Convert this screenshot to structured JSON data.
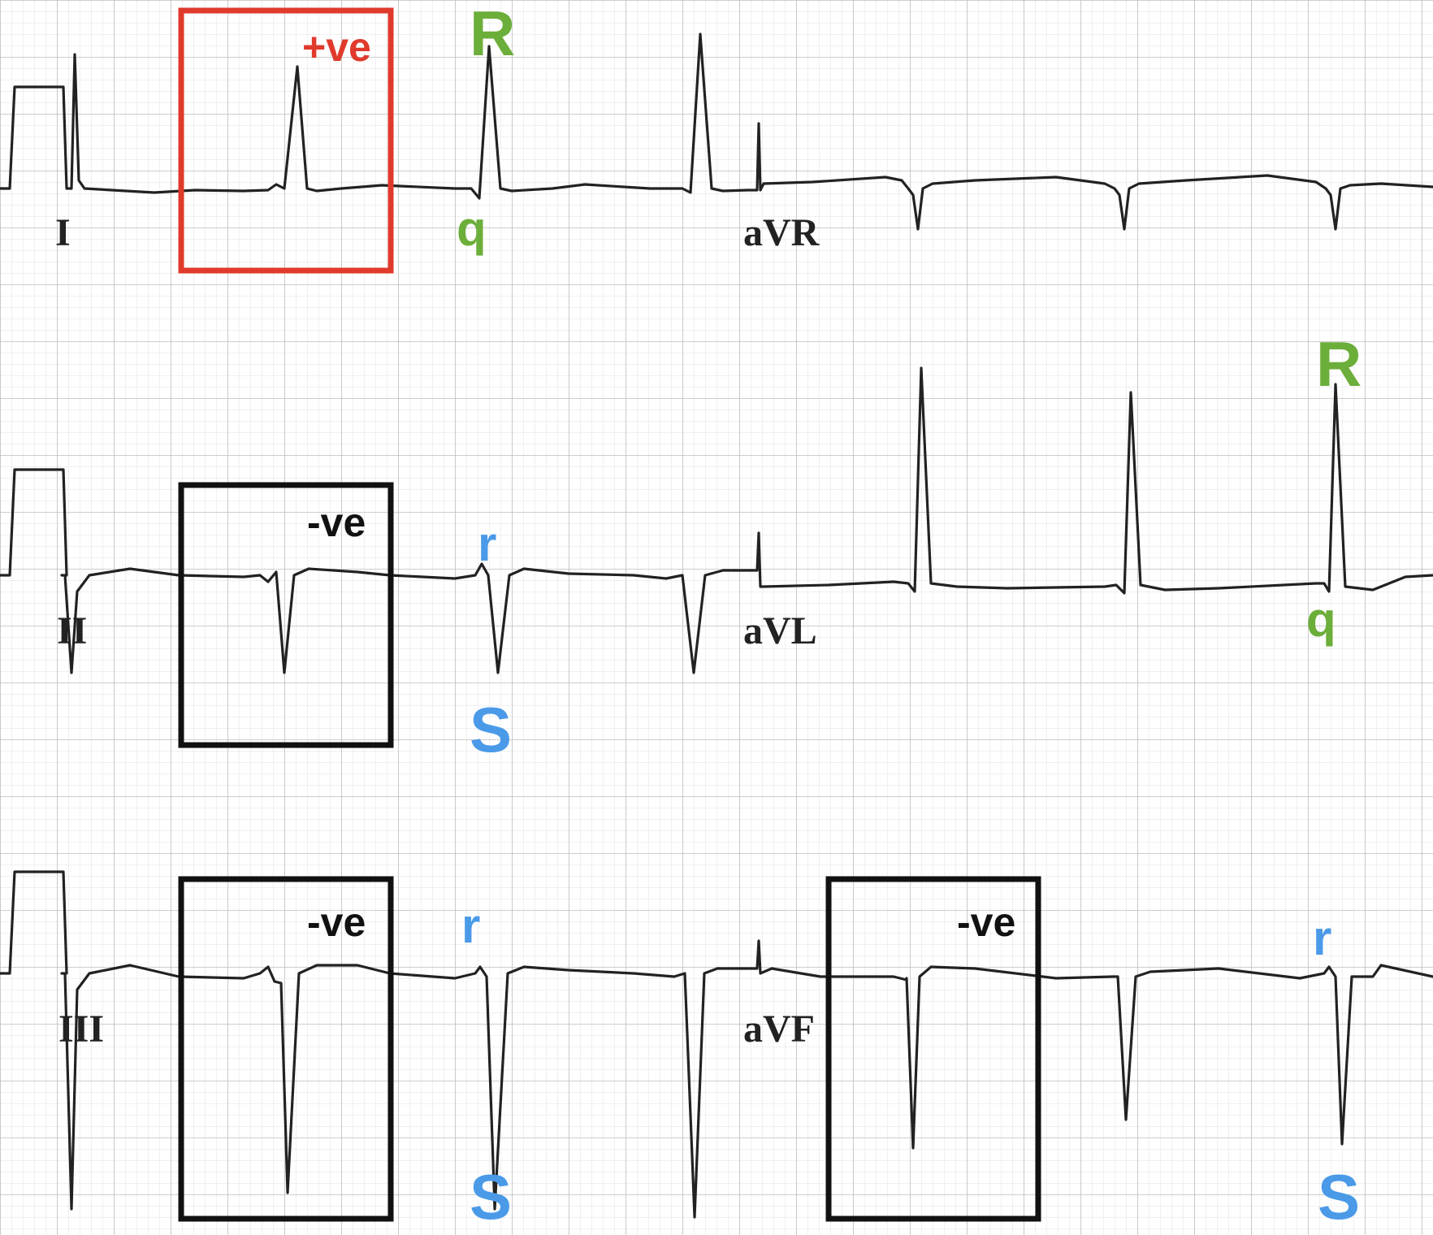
{
  "leads": {
    "I": "I",
    "II": "II",
    "III": "III",
    "aVR": "aVR",
    "aVL": "aVL",
    "aVF": "aVF"
  },
  "boxes": {
    "lead_I": "+ve",
    "lead_II": "-ve",
    "lead_III": "-ve",
    "lead_aVF": "-ve"
  },
  "waves": {
    "I_R": "R",
    "I_q": "q",
    "II_r": "r",
    "II_S": "S",
    "III_r": "r",
    "III_S": "S",
    "aVL_R": "R",
    "aVL_q": "q",
    "aVF_r": "r",
    "aVF_S": "S"
  },
  "colors": {
    "positive_box": "#e03a2c",
    "negative_box": "#111111",
    "wave_green": "#6cae3a",
    "wave_blue": "#4a9ae8",
    "trace": "#222222",
    "grid_minor": "#e2e2e2",
    "grid_major": "#bdbdbd"
  }
}
